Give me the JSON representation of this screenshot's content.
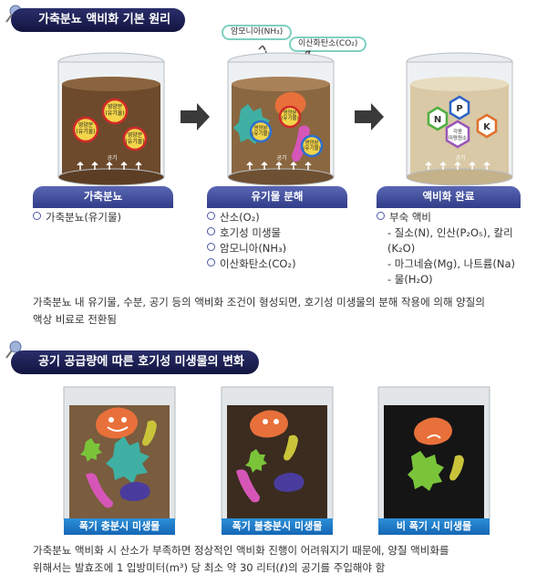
{
  "section1": {
    "title": "가축분뇨 액비화 기본 원리"
  },
  "section2": {
    "title": "공기 공급량에 따른 호기성 미생물의 변화"
  },
  "gas_labels": {
    "ammonia": "암모니아(NH₃)",
    "co2": "이산화탄소(CO₂)"
  },
  "vessel1": {
    "nutrient_label": "영양분\n(유기물)",
    "air_label": "공기"
  },
  "vessel2": {
    "nutrient_label": "영양분\n(유기물)",
    "air_label": "공기"
  },
  "vessel3": {
    "micro_label": "각종\n미량원소",
    "air_label": "공기",
    "nutrients": [
      "N",
      "P",
      "K"
    ]
  },
  "stages": [
    {
      "label": "가축분뇨",
      "items": [
        {
          "text": "가축분뇨(유기물)",
          "type": "bullet"
        }
      ]
    },
    {
      "label": "유기물 분해",
      "items": [
        {
          "text": "산소(O₂)",
          "type": "bullet"
        },
        {
          "text": "호기성 미생물",
          "type": "bullet"
        },
        {
          "text": "암모니아(NH₃)",
          "type": "bullet"
        },
        {
          "text": "이산화탄소(CO₂)",
          "type": "bullet"
        }
      ]
    },
    {
      "label": "액비화 완료",
      "items": [
        {
          "text": "부숙 액비",
          "type": "bullet"
        },
        {
          "text": "- 질소(N), 인산(P₂O₅), 칼리",
          "type": "sub"
        },
        {
          "text": "(K₂O)",
          "type": "sub"
        },
        {
          "text": "- 마그네슘(Mg), 나트륨(Na)",
          "type": "sub"
        },
        {
          "text": "- 물(H₂O)",
          "type": "sub"
        }
      ]
    }
  ],
  "paragraph1": {
    "line1": "가축분뇨 내 유기물, 수분, 공기 등의 액비화 조건이 형성되면, 호기성 미생물의 분해 작용에 의해 양질의",
    "line2": "액상 비료로 전환됨"
  },
  "tanks": [
    {
      "caption": "폭기 충분시 미생물",
      "color": "#7a5c3e"
    },
    {
      "caption": "폭기 불충분시 미생물",
      "color": "#3b2c1f"
    },
    {
      "caption": "비 폭기 시 미생물",
      "color": "#151515"
    }
  ],
  "paragraph2": {
    "line1": "가축분뇨 액비화 시 산소가 부족하면 정상적인 액비화 진행이 어려워지기 때문에, 양질 액비화를",
    "line2": "위해서는 발효조에 1 입방미터(m³) 당 최소 약 30 리터(ℓ)의 공기를 주입해야 함"
  }
}
